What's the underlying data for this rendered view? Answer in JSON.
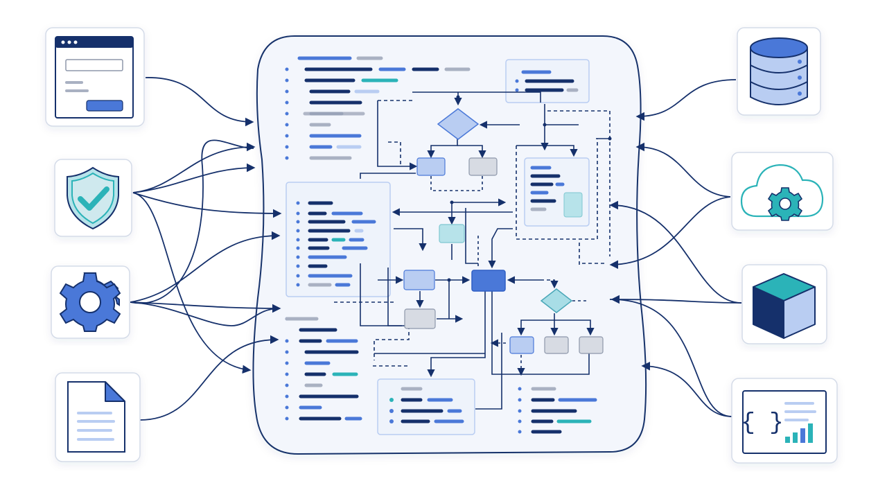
{
  "colors": {
    "navy": "#15306b",
    "blue": "#4a78d8",
    "light_blue": "#b9cdf2",
    "pale_blue": "#dbe6f8",
    "teal": "#2bb3b8",
    "light_teal": "#b7e3ea",
    "gray": "#a9b1c2",
    "panel_bg": "#f3f6fc",
    "card_border": "#d4dbe8"
  },
  "left_icons": [
    {
      "id": "browser-window",
      "icon": "browser-form-icon"
    },
    {
      "id": "security-shield",
      "icon": "shield-check-icon"
    },
    {
      "id": "settings-gear",
      "icon": "gear-icon"
    },
    {
      "id": "document-file",
      "icon": "document-icon"
    }
  ],
  "right_icons": [
    {
      "id": "database",
      "icon": "database-icon"
    },
    {
      "id": "cloud-settings",
      "icon": "cloud-gear-icon"
    },
    {
      "id": "cube-module",
      "icon": "cube-icon"
    },
    {
      "id": "code-analytics",
      "icon": "code-chart-icon"
    }
  ],
  "labels": {
    "code_braces": "{ }"
  }
}
